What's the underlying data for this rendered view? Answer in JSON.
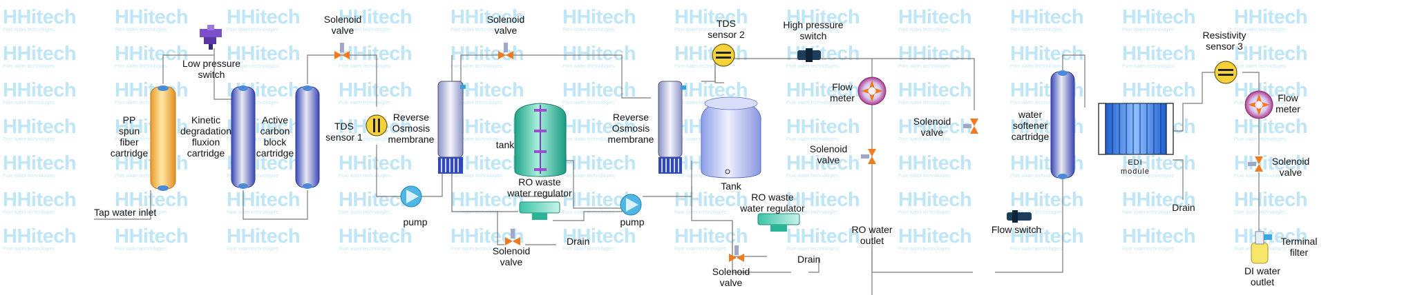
{
  "watermark": {
    "brand": "HHitech",
    "tagline": "Pure water technologies"
  },
  "labels": {
    "tap_water_inlet": "Tap water inlet",
    "pp_cartridge": "PP\nspun\nfiber\ncartridge",
    "kinetic_cartridge": "Kinetic\ndegradation\nfluxion\ncartridge",
    "low_pressure_switch": "Low pressure\nswitch",
    "active_carbon_cartridge": "Active\ncarbon\nblock\ncartridge",
    "solenoid_valve_1": "Solenoid\nvalve",
    "tds_sensor_1": "TDS\nsensor 1",
    "ro_membrane_1": "Reverse\nOsmosis\nmembrane",
    "pump_1": "pump",
    "solenoid_valve_2": "Solenoid\nvalve",
    "tank_1": "tank",
    "ro_waste_regulator_1": "RO waste\nwater regulator",
    "solenoid_valve_3": "Solenoid\nvalve",
    "drain_1": "Drain",
    "ro_membrane_2": "Reverse\nOsmosis\nmembrane",
    "pump_2": "pump",
    "tds_sensor_2": "TDS\nsensor 2",
    "high_pressure_switch": "High pressure\nswitch",
    "tank_2": "Tank",
    "ro_waste_regulator_2": "RO waste\nwater regulator",
    "solenoid_valve_4": "Solenoid\nvalve",
    "drain_2": "Drain",
    "flow_meter_1": "Flow\nmeter",
    "solenoid_valve_5": "Solenoid\nvalve",
    "ro_water_outlet": "RO water\noutlet",
    "solenoid_valve_6": "Solenoid\nvalve",
    "flow_switch": "Flow switch",
    "water_softener": "water\nsoftener\ncartridge",
    "edi_module": "EDI\nmodule",
    "drain_3": "Drain",
    "resistivity_sensor": "Resistivity\nsensor 3",
    "flow_meter_2": "Flow\nmeter",
    "solenoid_valve_7": "Solenoid\nvalve",
    "terminal_filter": "Terminal\nfilter",
    "di_water_outlet": "DI water\noutlet"
  },
  "colors": {
    "pipe": "#7a7a7a",
    "orange_cartridge": "#f7c35c",
    "blue_cartridge": "#6f83d6",
    "valve_orange": "#f07a1e",
    "pump_blue": "#4fb6e6",
    "tank_green": "#3ec2a4",
    "tank_lavender": "#c7cff4",
    "sensor_yellow": "#f5d23c",
    "edi_blue": "#3c7fe0",
    "watermark": "#bfe6f6"
  }
}
